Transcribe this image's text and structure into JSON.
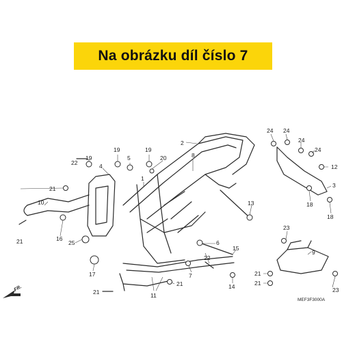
{
  "banner": {
    "text": "Na obrázku díl číslo 7",
    "color": "#fbd50a"
  },
  "diagram_code": "MEF3F3000A",
  "direction_label": "FR.",
  "callouts": [
    "2",
    "24",
    "24",
    "24",
    "24",
    "12",
    "3",
    "18",
    "18",
    "19",
    "19",
    "5",
    "20",
    "22",
    "19",
    "4",
    "1",
    "8",
    "21",
    "10",
    "16",
    "21",
    "25",
    "13",
    "23",
    "9",
    "6",
    "15",
    "22",
    "17",
    "7",
    "14",
    "21",
    "21",
    "21",
    "23",
    "21",
    "11"
  ]
}
